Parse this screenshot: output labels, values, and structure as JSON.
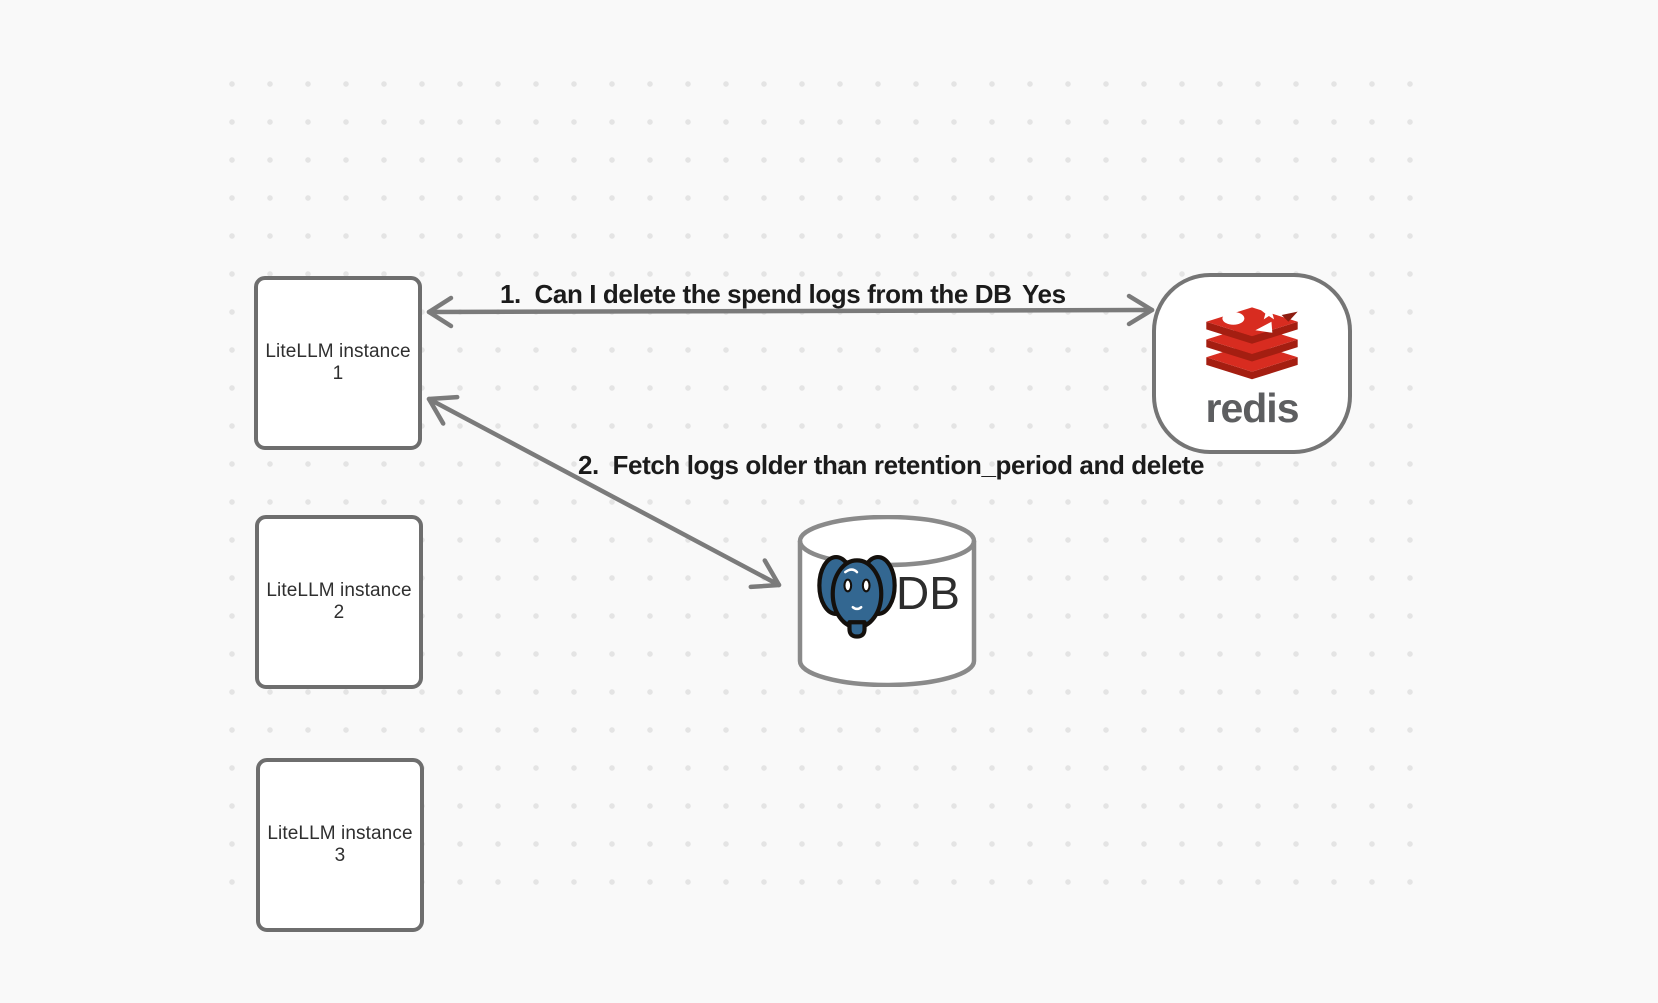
{
  "nodes": {
    "instance1": {
      "label": "LiteLLM instance 1"
    },
    "instance2": {
      "label": "LiteLLM instance 2"
    },
    "instance3": {
      "label": "LiteLLM instance 3"
    },
    "redis": {
      "label": "redis"
    },
    "db": {
      "label": "DB"
    }
  },
  "annotations": {
    "step1": "1.  Can I delete the spend logs from the DB",
    "step1_answer": "Yes",
    "step2": "2.  Fetch logs older than retention_period and delete"
  },
  "icons": {
    "redis_logo": "redis-stacked-discs-logo",
    "postgres_logo": "postgresql-elephant-logo",
    "db_cylinder": "database-cylinder"
  },
  "colors": {
    "canvas_background": "#f9f9f9",
    "grid_dot": "#e4e4e4",
    "shape_border": "#6e6e6e",
    "arrow": "#7b7b7b",
    "label_text": "#1b1b1b",
    "redis_red": "#d82c20",
    "redis_dark_red": "#a41e11",
    "redis_wordmark_gray": "#5d5e60",
    "postgres_blue": "#336791"
  }
}
